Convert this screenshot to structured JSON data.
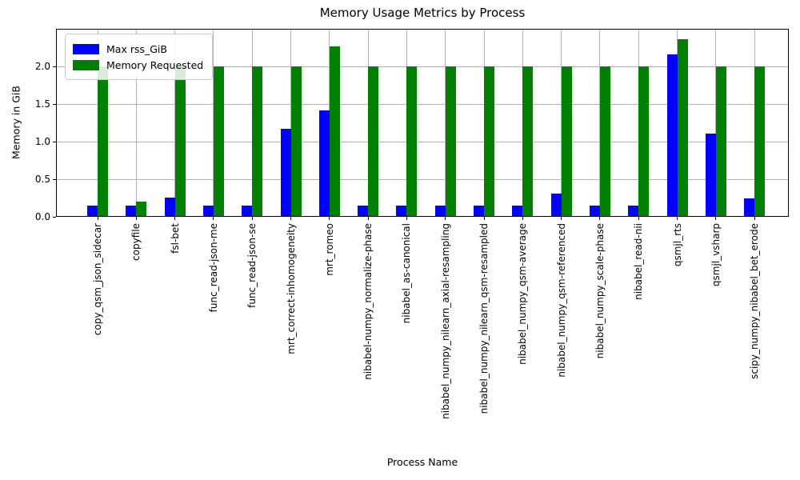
{
  "chart_data": {
    "type": "bar",
    "title": "Memory Usage Metrics by Process",
    "xlabel": "Process Name",
    "ylabel": "Memory in GiB",
    "categories": [
      "copy_qsm_json_sidecar",
      "copyfile",
      "fsl-bet",
      "func_read-json-me",
      "func_read-json-se",
      "mrt_correct-inhomogeneity",
      "mrt_romeo",
      "nibabel-numpy_normalize-phase",
      "nibabel_as-canonical",
      "nibabel_numpy_nilearn_axial-resampling",
      "nibabel_numpy_nilearn_qsm-resampled",
      "nibabel_numpy_qsm-average",
      "nibabel_numpy_qsm-referenced",
      "nibabel_numpy_scale-phase",
      "nibabel_read-nii",
      "qsmjl_rts",
      "qsmjl_vsharp",
      "scipy_numpy_nibabel_bet_erode"
    ],
    "series": [
      {
        "name": "Max rss_GiB",
        "color": "#0000ff",
        "values": [
          0.15,
          0.15,
          0.26,
          0.15,
          0.15,
          1.17,
          1.42,
          0.15,
          0.15,
          0.15,
          0.15,
          0.15,
          0.31,
          0.15,
          0.15,
          2.16,
          1.11,
          0.25
        ]
      },
      {
        "name": "Memory Requested",
        "color": "#008000",
        "values": [
          2.0,
          0.2,
          2.0,
          2.0,
          2.0,
          2.0,
          2.27,
          2.0,
          2.0,
          2.0,
          2.0,
          2.0,
          2.0,
          2.0,
          2.0,
          2.36,
          2.0,
          2.0
        ]
      }
    ],
    "ylim": [
      0,
      2.5
    ],
    "yticks": [
      0.0,
      0.5,
      1.0,
      1.5,
      2.0
    ],
    "ytick_labels": [
      "0.0",
      "0.5",
      "1.0",
      "1.5",
      "2.0"
    ],
    "grid": true,
    "legend_position": "upper left"
  }
}
